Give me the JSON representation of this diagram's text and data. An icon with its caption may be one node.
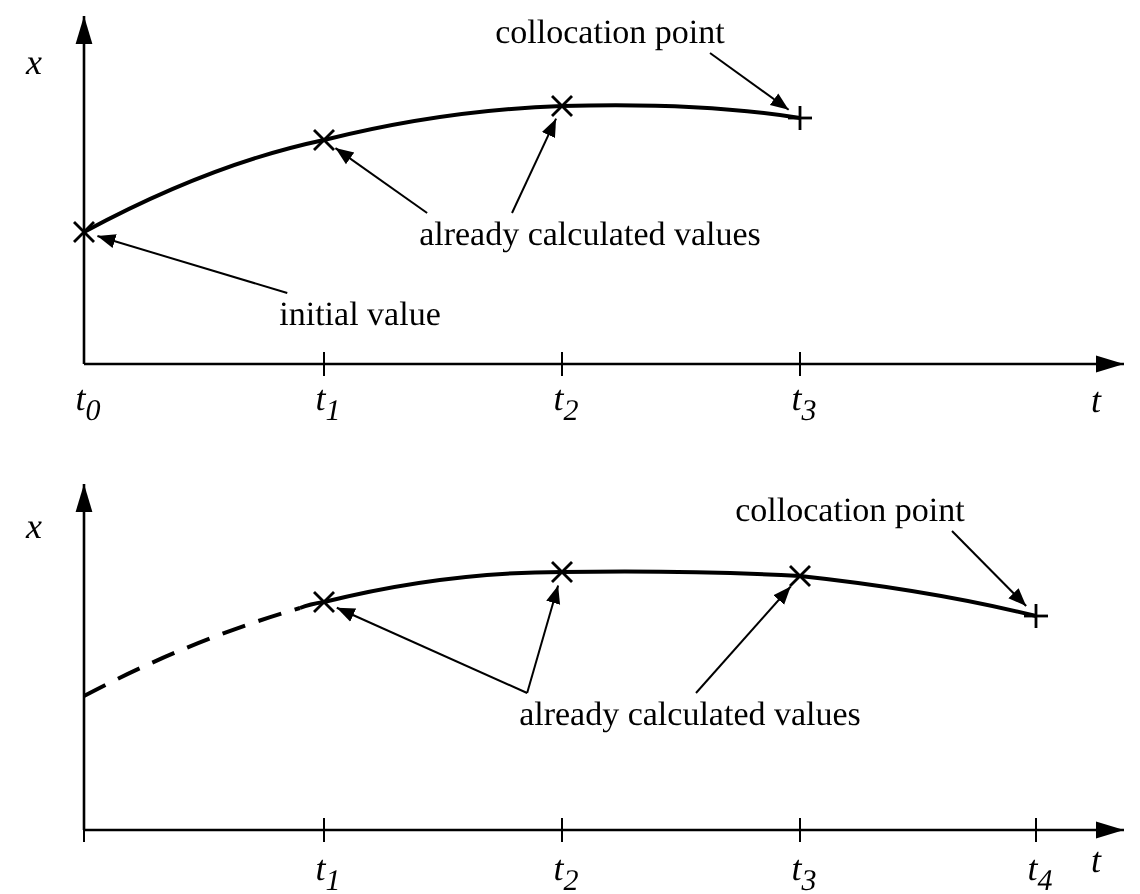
{
  "diagram": {
    "nodes": [
      {
        "text": [
          "collocation point"
        ]
      },
      {
        "text": [],
        "shape": "cross"
      },
      {
        "text": [
          "already calculated values"
        ]
      },
      {
        "text": [],
        "shape": "cross"
      },
      {
        "text": [],
        "shape": "cross"
      },
      {
        "text": [
          "initial value"
        ]
      },
      {
        "text": [],
        "shape": "cross"
      },
      {
        "text": [
          "collocation point"
        ]
      },
      {
        "text": [],
        "shape": "cross"
      },
      {
        "text": [
          "already calculated values"
        ]
      },
      {
        "text": [],
        "shape": "cross"
      },
      {
        "text": [],
        "shape": "cross"
      },
      {
        "text": [],
        "shape": "cross"
      }
    ],
    "edges": [
      {
        "from": 0,
        "to": 1,
        "arrow": "to"
      },
      {
        "from": 2,
        "to": 3,
        "arrow": "to"
      },
      {
        "from": 2,
        "to": 4,
        "arrow": "to"
      },
      {
        "from": 5,
        "to": 6,
        "arrow": "to"
      },
      {
        "from": 7,
        "to": 8,
        "arrow": "to"
      },
      {
        "from": 9,
        "to": 10,
        "arrow": "to"
      },
      {
        "from": 9,
        "to": 11,
        "arrow": "to"
      },
      {
        "from": 9,
        "to": 12,
        "arrow": "to"
      }
    ],
    "labels": [
      "x",
      "t$_{0}$",
      "t$_{1}$",
      "t$_{2}$",
      "t$_{3}$",
      "t",
      "x",
      "t$_{1}$",
      "t$_{2}$",
      "t$_{3}$",
      "t$_{4}$",
      "t"
    ]
  }
}
